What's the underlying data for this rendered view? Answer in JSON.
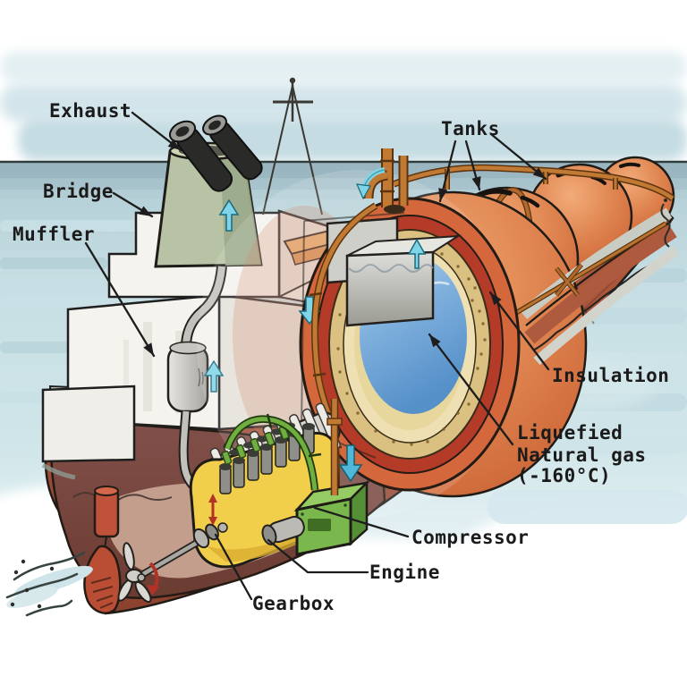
{
  "diagram": {
    "subject": "LNG tanker cutaway illustration",
    "labels": {
      "exhaust": "Exhaust",
      "bridge": "Bridge",
      "muffler": "Muffler",
      "tanks": "Tanks",
      "insulation": "Insulation",
      "lng": {
        "line1": "Liquefied",
        "line2": "Natural gas",
        "line3": "(-160°C)"
      },
      "compressor": "Compressor",
      "engine": "Engine",
      "gearbox": "Gearbox"
    },
    "icons": {
      "flow_up_arrow": {
        "glyph": "↑",
        "color": "#7fd4e8"
      },
      "flow_down_arrow": {
        "glyph": "↓",
        "color": "#4fb7d8"
      },
      "flow_curve_arrow": {
        "glyph": "↶",
        "color": "#7fd4e8"
      },
      "engine_stroke_arrow": {
        "glyph": "↕",
        "color": "#b33226"
      },
      "propeller_rotation_arrow": {
        "glyph": "⤵",
        "color": "#b33226"
      }
    },
    "colors": {
      "sky_wash": "#cfe3e8",
      "sea": "#b9d3da",
      "hull_rust": "#a5553c",
      "tank_orange": "#dd8050",
      "insulation_tan": "#d9c07e",
      "lng_blue": "#5d9bd3",
      "engine_yellow": "#f2cd4a",
      "compressor_green": "#79b94c",
      "funnel_green": "#b6c2a2",
      "copper_pipe": "#c07a34",
      "label_text": "#1b1b1b"
    }
  }
}
